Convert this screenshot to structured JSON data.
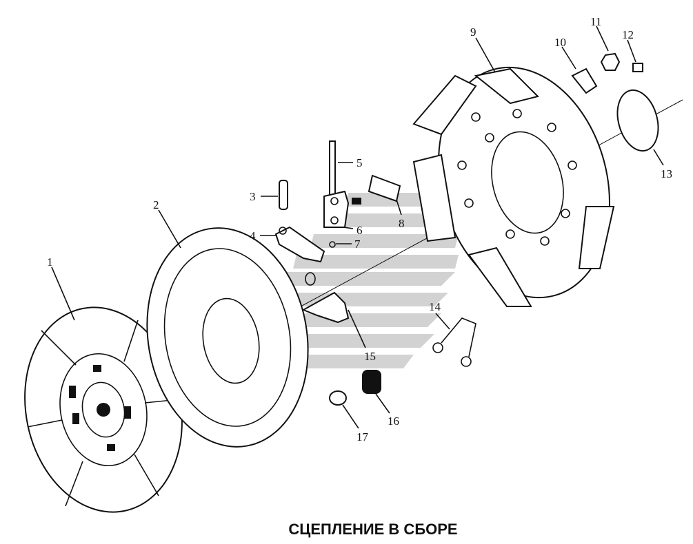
{
  "title": "СЦЕПЛЕНИЕ В СБОРЕ",
  "callouts": [
    "1",
    "2",
    "3",
    "4",
    "5",
    "6",
    "7",
    "8",
    "9",
    "10",
    "11",
    "12",
    "13",
    "14",
    "15",
    "16",
    "17"
  ],
  "colors": {
    "line": "#111111",
    "watermark": "#bdbdbd",
    "background": "#ffffff"
  },
  "watermark_icon": "stripes-logo-icon"
}
